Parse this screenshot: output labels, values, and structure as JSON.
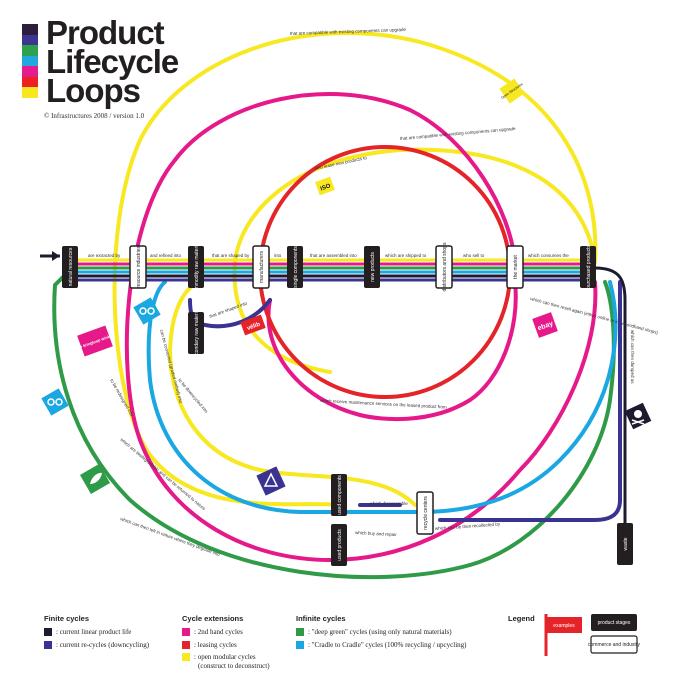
{
  "title": {
    "lines": [
      "Product",
      "Lifecycle",
      "Loops"
    ],
    "credit": "© Infrastructures 2008 / version 1.0",
    "bar_colors": [
      "#2b1f3d",
      "#3d3591",
      "#2ea24b",
      "#23a7e0",
      "#e61c8c",
      "#ed2024",
      "#f8e71c"
    ]
  },
  "colors": {
    "linear": "#1f1b2e",
    "recycle": "#3b3391",
    "second_hand": "#e6198a",
    "leasing": "#e5242a",
    "modular": "#f8e821",
    "deep_green": "#2f9a47",
    "c2c": "#1ba7e1"
  },
  "stages": {
    "natural_resources": "natural resources",
    "resource_industries": "resource industries",
    "commodity_raw_materials": "commodity raw materials",
    "manufacturers": "manufacturers",
    "single_components": "single components",
    "new_products": "new products",
    "distributors_and_shops": "distributors and shops",
    "the_market": "the market",
    "purchased_products": "purchased products",
    "secondary_raw_materials": "secondary raw materials",
    "used_components": "used components",
    "used_products": "used products",
    "recycle_centers": "recycle centers",
    "waste": "waste"
  },
  "flow_labels": {
    "extracted_by": "are extracted by",
    "refined_into": "and refined into",
    "shaped_by": "that are shaped by",
    "into": "into",
    "assembled_into": "that are assembled into",
    "shipped_to": "which are shipped to",
    "sell_to": "who sell to",
    "consumes": "which consumes the",
    "compatible_top": "that are compatible with existing components can upgrade",
    "compatible_mid": "that are compatible with existing components can upgrade",
    "lease": "who lease new products to",
    "shaped_into": "that are shaped into",
    "dumped": "which can then dumped as",
    "resell": "which can then resell again (either online or in secondhand shops)",
    "maintenance": "which receive maintenance services on the leased product from",
    "recollected": "which can be then recollected by",
    "buy_repair": "which buy and repair",
    "disassemble": "which disassemble",
    "nature": "which can then left in nature where they degrade into",
    "biodegradable": "which are biodegradable and can be returned to nature",
    "redesigned": "to be redesigned into",
    "converted": "can be converted (graded melted) into",
    "downcycled": "to be downcycled into"
  },
  "badges": {
    "iso": "ISO",
    "open_structures": "Open Structures",
    "ebay": "ebay",
    "velib": "vélib",
    "de_kringloop": "de kringloop winkel"
  },
  "legend": {
    "finite": {
      "heading": "Finite cycles",
      "items": [
        {
          "label": ": current linear product life"
        },
        {
          "label": ": current re-cycles (downcycling)"
        }
      ]
    },
    "extensions": {
      "heading": "Cycle extensions",
      "items": [
        {
          "label": ": 2nd hand cycles"
        },
        {
          "label": ": leasing cycles"
        },
        {
          "label": ": open modular cycles"
        },
        {
          "label": "(construct to deconstruct)"
        }
      ]
    },
    "infinite": {
      "heading": "Infinite cycles",
      "items": [
        {
          "label": ": \"deep green\" cycles (using only natural materials)"
        },
        {
          "label": ": \"Cradle to Cradle\" cycles (100% recycling / upcycling)"
        }
      ]
    },
    "legend_box": {
      "heading": "Legend",
      "examples": "examples",
      "product_stages": "product stages",
      "commerce": "commerce and industry"
    }
  }
}
